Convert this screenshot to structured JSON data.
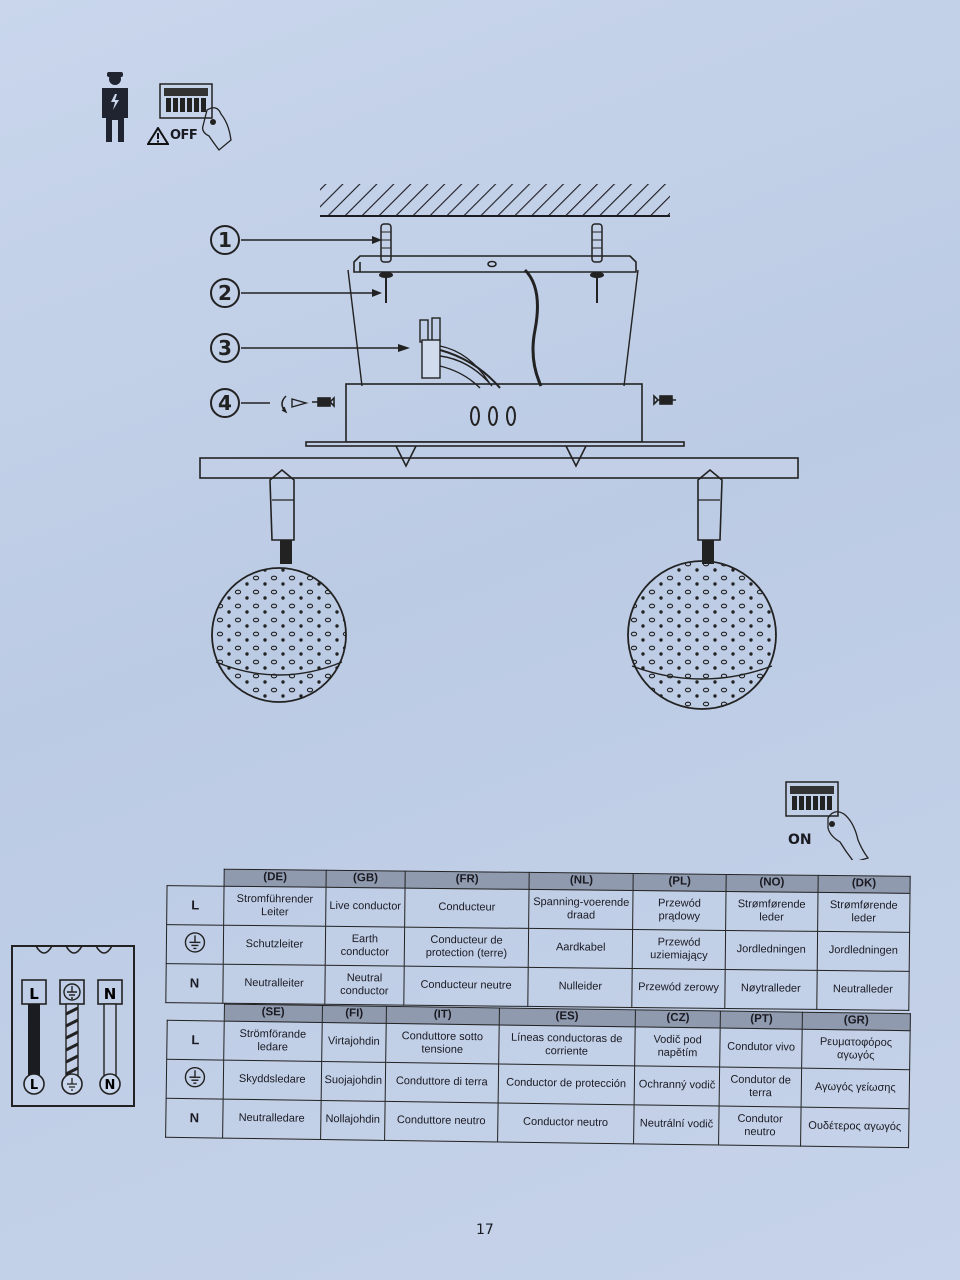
{
  "header": {
    "off_label": "OFF",
    "on_label": "ON"
  },
  "diagram": {
    "callouts": [
      "1",
      "2",
      "3",
      "4"
    ],
    "led_label": "000"
  },
  "terminal": {
    "labels": [
      "L",
      "N"
    ]
  },
  "table_a": {
    "headers": [
      "(DE)",
      "(GB)",
      "(FR)",
      "(NL)",
      "(PL)",
      "(NO)",
      "(DK)"
    ],
    "rows": [
      {
        "key": "L",
        "cells": [
          "Stromführender Leiter",
          "Live conductor",
          "Conducteur",
          "Spanning-voerende draad",
          "Przewód prądowy",
          "Strømførende leder",
          "Strømførende leder"
        ]
      },
      {
        "key": "",
        "cells": [
          "Schutzleiter",
          "Earth conductor",
          "Conducteur de protection (terre)",
          "Aardkabel",
          "Przewód uziemiający",
          "Jordledningen",
          "Jordledningen"
        ]
      },
      {
        "key": "N",
        "cells": [
          "Neutralleiter",
          "Neutral conductor",
          "Conducteur neutre",
          "Nulleider",
          "Przewód zerowy",
          "Nøytralleder",
          "Neutralleder"
        ]
      }
    ]
  },
  "table_b": {
    "headers": [
      "(SE)",
      "(FI)",
      "(IT)",
      "(ES)",
      "(CZ)",
      "(PT)",
      "(GR)"
    ],
    "rows": [
      {
        "key": "L",
        "cells": [
          "Strömförande ledare",
          "Virtajohdin",
          "Conduttore sotto tensione",
          "Líneas conductoras de corriente",
          "Vodič pod napětím",
          "Condutor vivo",
          "Ρευματοφόρος αγωγός"
        ]
      },
      {
        "key": "",
        "cells": [
          "Skyddsledare",
          "Suojajohdin",
          "Conduttore di terra",
          "Conductor de protección",
          "Ochranný vodič",
          "Condutor de terra",
          "Αγωγός γείωσης"
        ]
      },
      {
        "key": "N",
        "cells": [
          "Neutralledare",
          "Nollajohdin",
          "Conduttore neutro",
          "Conductor neutro",
          "Neutrální vodič",
          "Condutor neutro",
          "Ουδέτερος αγωγός"
        ]
      }
    ]
  },
  "footer": {
    "page_number": "17"
  }
}
